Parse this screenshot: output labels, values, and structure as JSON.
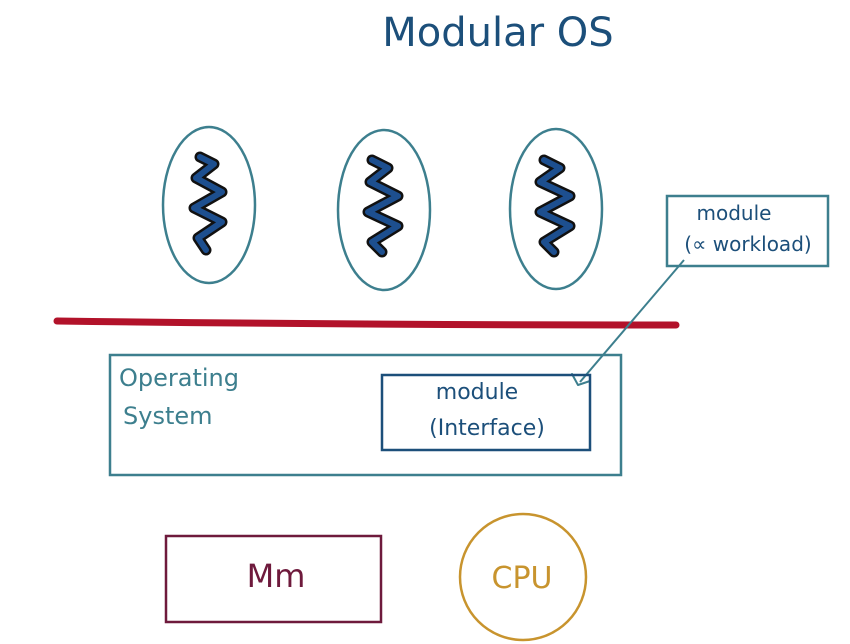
{
  "title": "Modular OS",
  "processes": [
    {
      "icon": "thread-squiggle-icon"
    },
    {
      "icon": "thread-squiggle-icon"
    },
    {
      "icon": "thread-squiggle-icon"
    }
  ],
  "module_workload": {
    "line1": "module",
    "line2": "(∝ workload)"
  },
  "os_box": {
    "label_line1": "Operating",
    "label_line2": "System"
  },
  "module_interface": {
    "line1": "module",
    "line2": "(Interface)"
  },
  "memory": {
    "label": "Mm"
  },
  "cpu": {
    "label": "CPU"
  },
  "colors": {
    "ink_blue": "#1c4f7a",
    "teal": "#3d7f8e",
    "thread_blue": "#1d4f8f",
    "divider_red": "#b2122a",
    "memory_maroon": "#6e1a3c",
    "cpu_gold": "#c8942e"
  }
}
